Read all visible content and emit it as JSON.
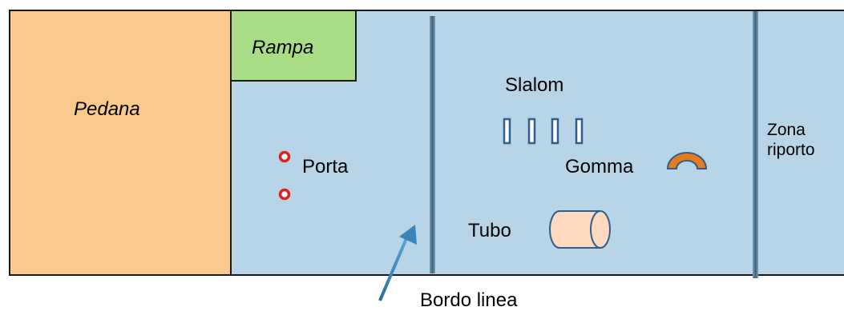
{
  "labels": {
    "pedana": "Pedana",
    "rampa": "Rampa",
    "porta": "Porta",
    "slalom": "Slalom",
    "gomma": "Gomma",
    "tubo": "Tubo",
    "zona_line1": "Zona",
    "zona_line2": "riporto",
    "bordo_linea": "Bordo linea"
  },
  "colors": {
    "field": "#b7d5e7",
    "pedana": "#fac98d",
    "rampa": "#a8dd86",
    "border_line": "#5c7f94",
    "porta_dot": "#e0201b",
    "gomma": "#e87a22",
    "tubo": "#fcd9bf",
    "arrow": "#3b84b8"
  },
  "slalom_poles": 4
}
